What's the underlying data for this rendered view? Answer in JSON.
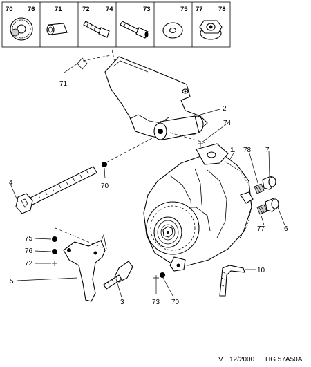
{
  "header_parts": [
    {
      "nums": [
        "70",
        "76"
      ]
    },
    {
      "nums": [
        "71"
      ]
    },
    {
      "nums": [
        "72",
        "74"
      ]
    },
    {
      "nums": [
        "73"
      ]
    },
    {
      "nums": [
        "75"
      ]
    },
    {
      "nums": [
        "77",
        "78"
      ]
    }
  ],
  "callouts": {
    "p71": "71",
    "p2": "2",
    "p74": "74",
    "p1": "1",
    "p78": "78",
    "p7": "7",
    "p4": "4",
    "p70a": "70",
    "p75": "75",
    "p76": "76",
    "p72": "72",
    "p77": "77",
    "p6": "6",
    "p5": "5",
    "p3": "3",
    "p10": "10",
    "p73": "73",
    "p70b": "70"
  },
  "footer": {
    "version": "V",
    "date": "12/2000",
    "code": "HG 57A50A"
  }
}
